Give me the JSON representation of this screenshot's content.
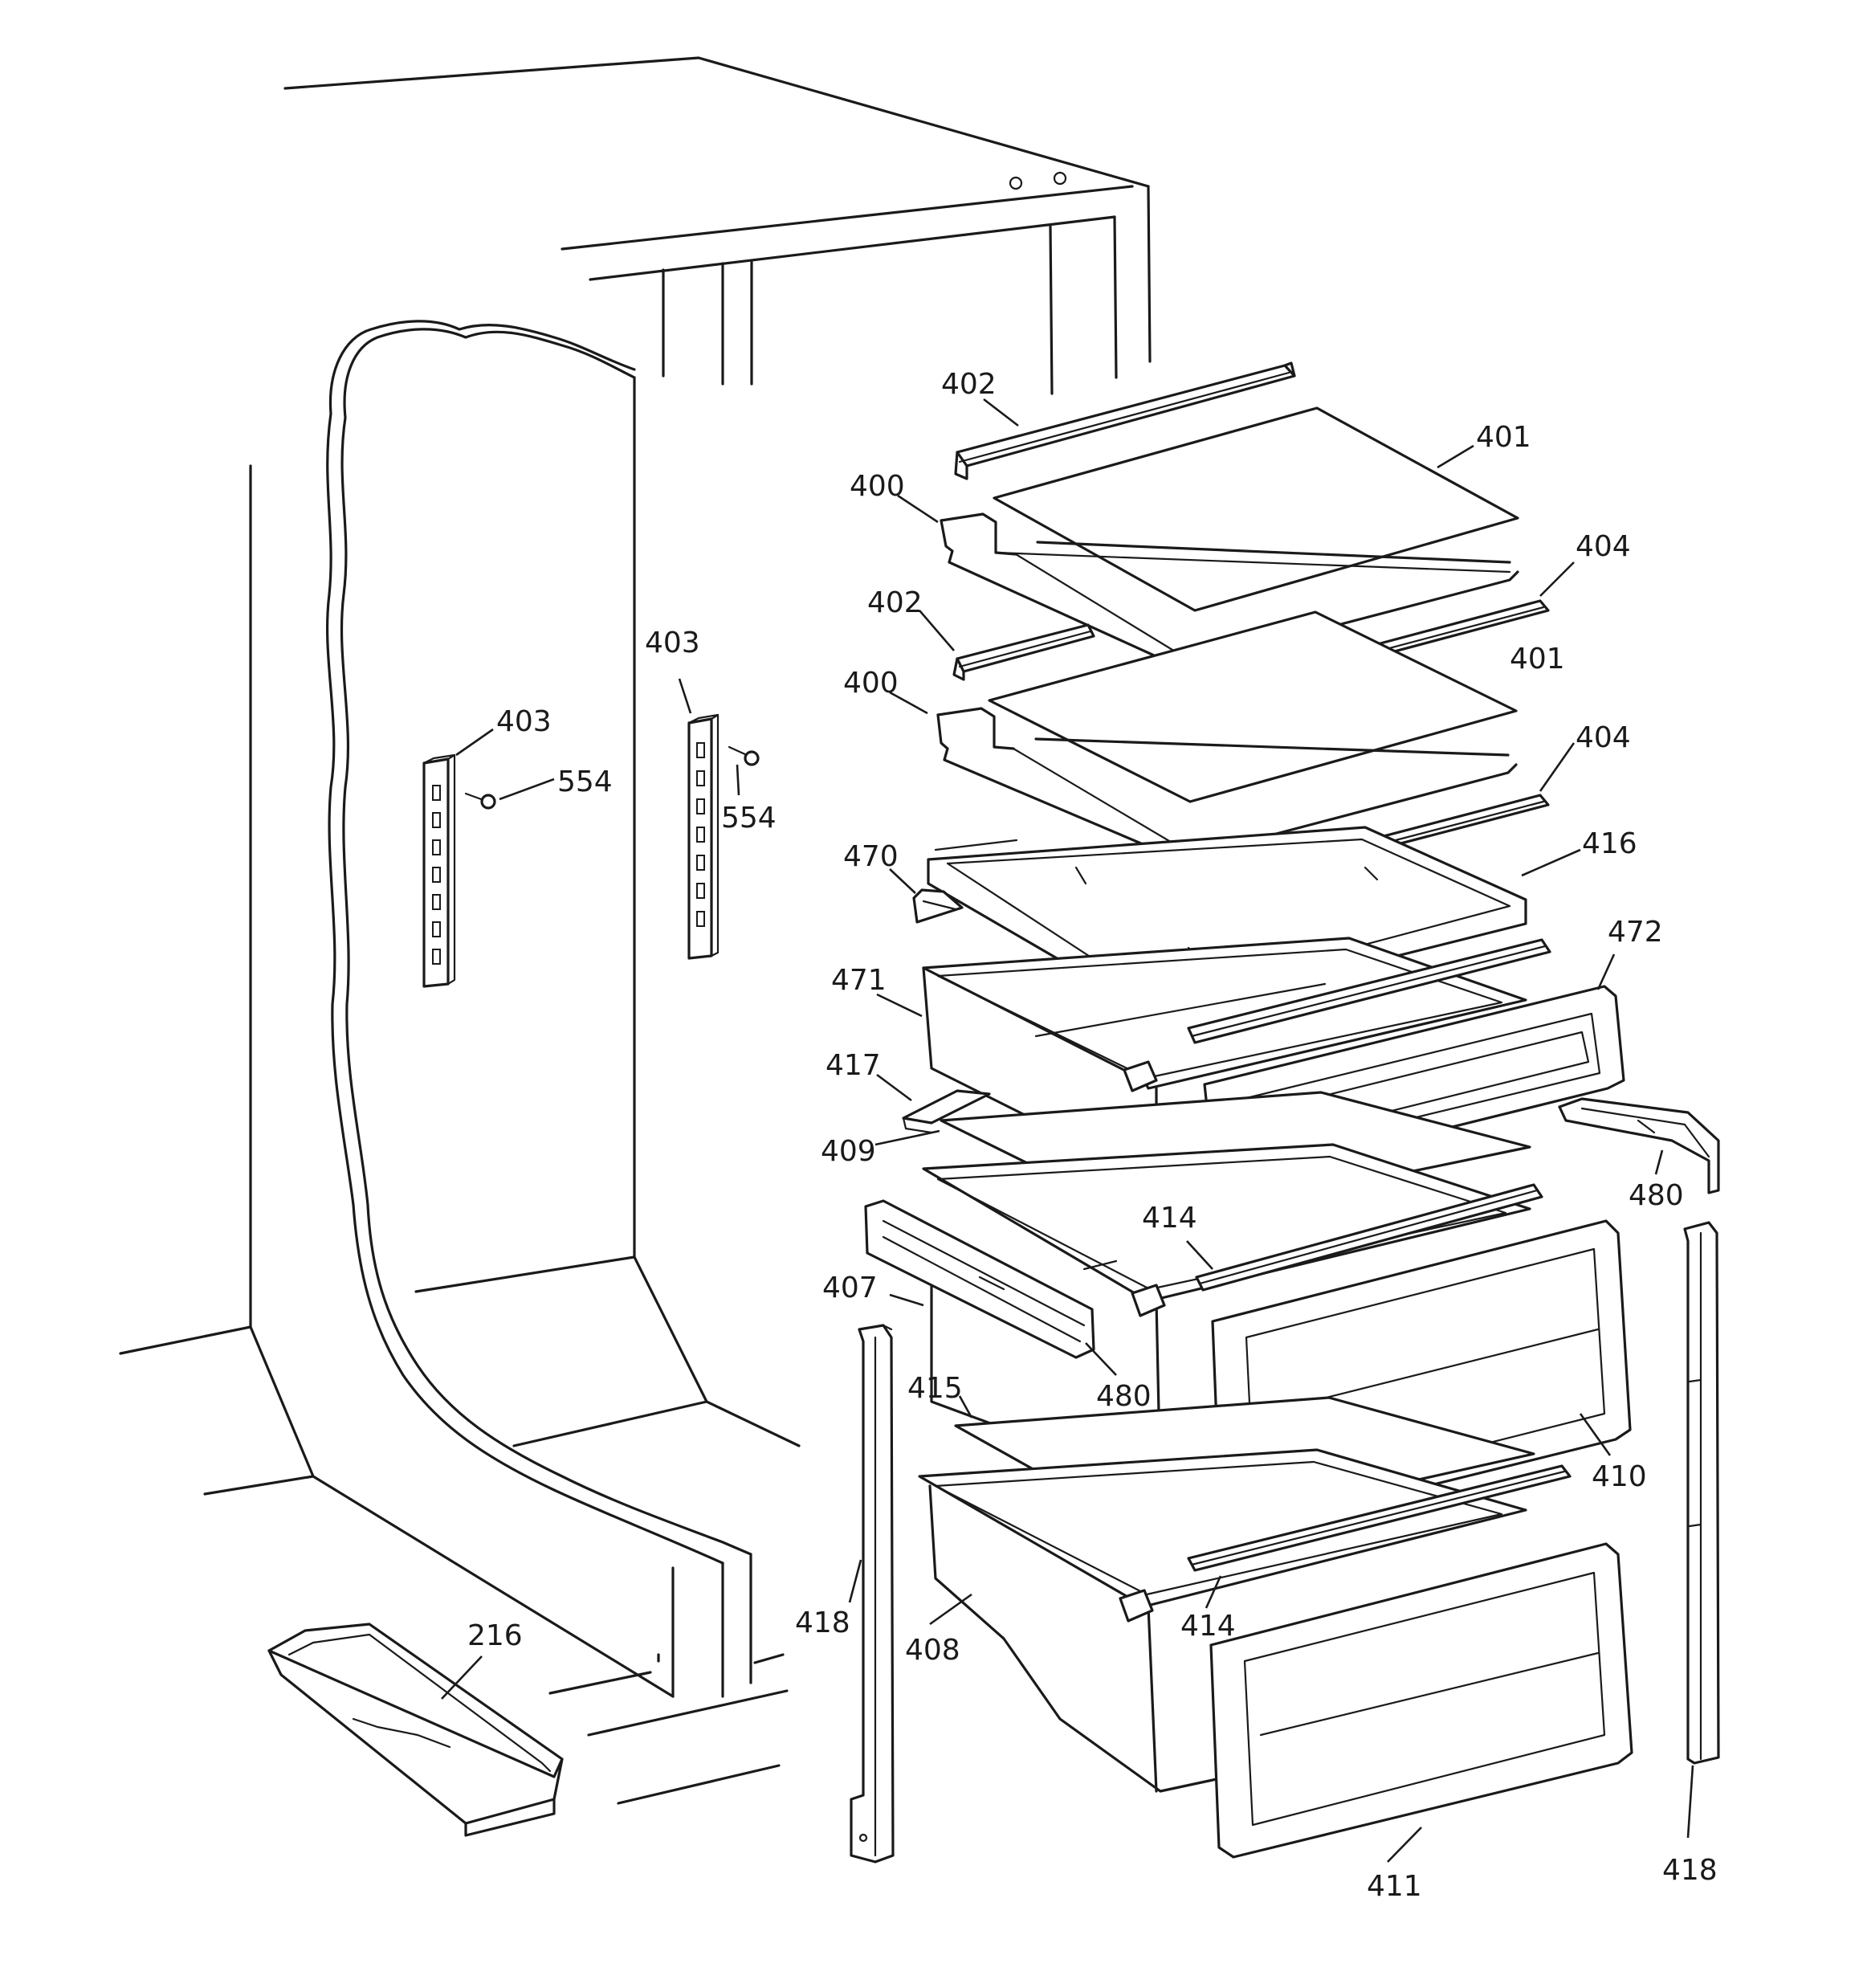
{
  "callouts": {
    "c402a": "402",
    "c401a": "401",
    "c400a": "400",
    "c404a": "404",
    "c402b": "402",
    "c403a": "403",
    "c403b": "403",
    "c554a": "554",
    "c554b": "554",
    "c401b": "401",
    "c400b": "400",
    "c404b": "404",
    "c470": "470",
    "c416": "416",
    "c471": "471",
    "c472": "472",
    "c417": "417",
    "c409": "409",
    "c480a": "480",
    "c414a": "414",
    "c407": "407",
    "c480b": "480",
    "c415": "415",
    "c410": "410",
    "c418a": "418",
    "c408": "408",
    "c414b": "414",
    "c216": "216",
    "c411": "411",
    "c418b": "418"
  }
}
